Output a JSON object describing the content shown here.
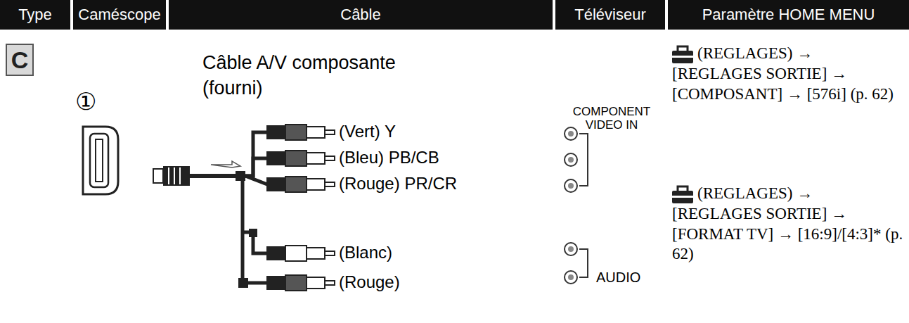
{
  "diagram": {
    "nodes": [
      {
        "text": [
          "Type"
        ]
      },
      {
        "text": [
          "Caméscope"
        ]
      },
      {
        "text": [
          "Câble"
        ]
      },
      {
        "text": [
          "Téléviseur"
        ]
      },
      {
        "text": [
          "Paramètre HOME MENU"
        ]
      },
      {
        "text": [
          "C"
        ]
      }
    ],
    "labels": [
      "①",
      "Câble A/V composante",
      "(fourni)",
      "(Vert) Y",
      "(Bleu) PB/CB",
      "(Rouge) PR/CR",
      "(Blanc)",
      "(Rouge)",
      "COMPONENT VIDEO IN",
      "AUDIO",
      "(REGLAGES) → [REGLAGES SORTIE] → [COMPOSANT] → [576i] (p. 62)",
      "(REGLAGES) → [REGLAGES SORTIE] → [FORMAT TV] → [16:9]/[4:3]* (p. 62)"
    ]
  }
}
